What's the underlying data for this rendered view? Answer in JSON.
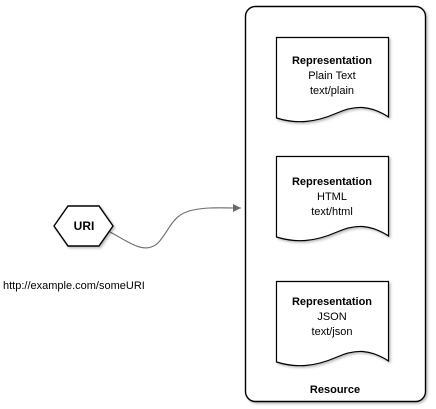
{
  "uri": {
    "label": "URI",
    "url": "http://example.com/someURI"
  },
  "resource": {
    "label": "Resource"
  },
  "representations": [
    {
      "title": "Representation",
      "name": "Plain Text",
      "media_type": "text/plain"
    },
    {
      "title": "Representation",
      "name": "HTML",
      "media_type": "text/html"
    },
    {
      "title": "Representation",
      "name": "JSON",
      "media_type": "text/json"
    }
  ]
}
